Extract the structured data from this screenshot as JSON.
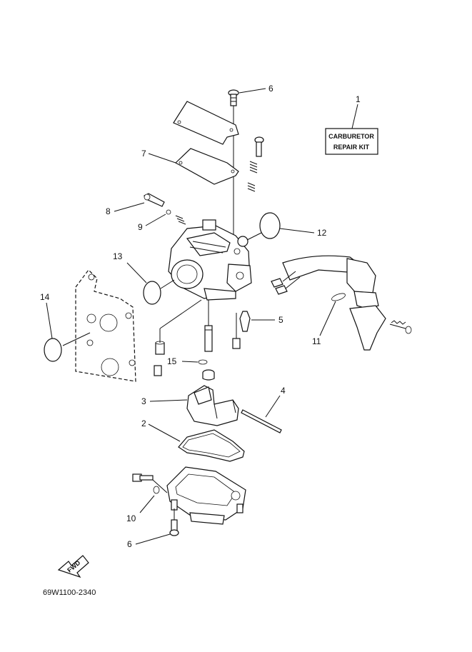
{
  "diagram": {
    "kit_label_line1": "CARBURETOR",
    "kit_label_line2": "REPAIR KIT",
    "fwd_label": "FWD",
    "part_number": "69W1100-2340",
    "callouts": {
      "c1": "1",
      "c2": "2",
      "c3": "3",
      "c4": "4",
      "c5": "5",
      "c6_top": "6",
      "c6_bottom": "6",
      "c7": "7",
      "c8": "8",
      "c9": "9",
      "c10": "10",
      "c11": "11",
      "c12": "12",
      "c13": "13",
      "c14": "14",
      "c15": "15"
    }
  }
}
